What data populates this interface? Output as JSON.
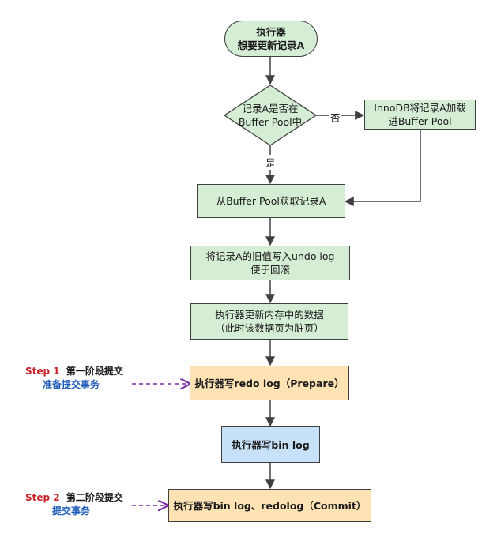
{
  "nodes": {
    "start": {
      "line1": "执行器",
      "line2": "想要更新记录A"
    },
    "decision": {
      "line1": "记录A是否在",
      "line2": "Buffer Pool中"
    },
    "load": {
      "line1": "InnoDB将记录A加载",
      "line2": "进Buffer Pool"
    },
    "fetch": {
      "line1": "从Buffer Pool获取记录A"
    },
    "undo": {
      "line1": "将记录A的旧值写入undo log",
      "line2": "便于回滚"
    },
    "update": {
      "line1": "执行器更新内存中的数据",
      "line2": "（此时该数据页为脏页）"
    },
    "redo_prepare": {
      "line1": "执行器写redo log（Prepare）"
    },
    "binlog": {
      "line1": "执行器写bin log"
    },
    "commit": {
      "line1": "执行器写bin log、redolog（Commit）"
    }
  },
  "edge_labels": {
    "no": "否",
    "yes": "是"
  },
  "notes": {
    "step1": {
      "step": "Step 1",
      "title": "第一阶段提交",
      "sub": "准备提交事务"
    },
    "step2": {
      "step": "Step 2",
      "title": "第二阶段提交",
      "sub": "提交事务"
    }
  },
  "colors": {
    "green_fill": "#d5ecd5",
    "orange_fill": "#fde2b4",
    "blue_fill": "#c7e2f8",
    "arrow": "#404040",
    "dashed_arrow": "#7a2aa8",
    "step_red": "#c8242c",
    "sub_blue": "#1e5bb8"
  }
}
